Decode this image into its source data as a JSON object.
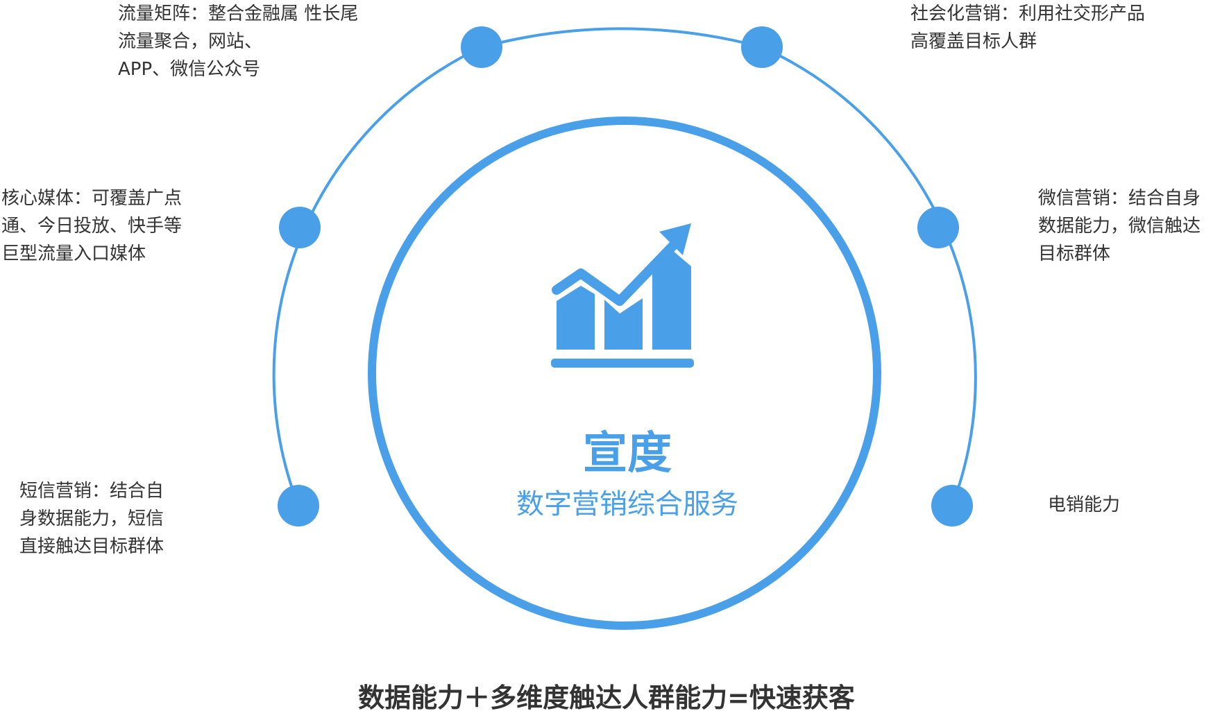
{
  "center": {
    "title": "宣度",
    "subtitle": "数字营销综合服务"
  },
  "nodes": [
    {
      "id": "top-left",
      "text": "流量矩阵：整合金融属 性长尾\n流量聚合，网站、\nAPP、微信公众号"
    },
    {
      "id": "mid-left",
      "text": "核心媒体：可覆盖广点\n通、今日投放、快手等\n巨型流量入口媒体"
    },
    {
      "id": "bot-left",
      "text": "短信营销：结合自\n身数据能力，短信\n直接触达目标群体"
    },
    {
      "id": "top-right",
      "text": "社会化营销：利用社交形产品\n高覆盖目标人群"
    },
    {
      "id": "mid-right",
      "text": "微信营销：结合自身\n数据能力，微信触达\n目标群体"
    },
    {
      "id": "bot-right",
      "text": "电销能力"
    }
  ],
  "footer": "数据能力＋多维度触达人群能力=快速获客",
  "colors": {
    "accent": "#4a9fe9",
    "text": "#333333"
  },
  "icons": {
    "center": "rising-bar-chart-icon"
  }
}
